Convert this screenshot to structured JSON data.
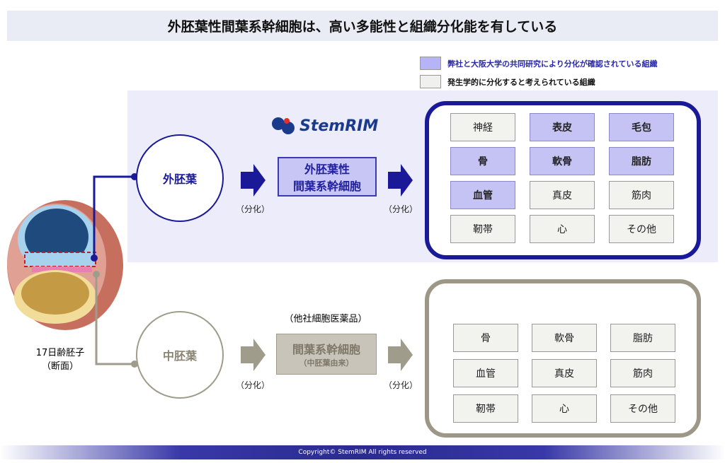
{
  "title": "外胚葉性間葉系幹細胞は、高い多能性と組織分化能を有している",
  "legend": {
    "confirmed": "弊社と大阪大学の共同研究により分化が確認されている組織",
    "developmental": "発生学的に分化すると考えられている組織"
  },
  "colors": {
    "navy": "#1a1a99",
    "purple_fill": "#c5c3f3",
    "gray_border": "#9c9787",
    "gray_fill": "#f2f2ef"
  },
  "embryo_label": [
    "17日齢胚子",
    "（断面）"
  ],
  "upper": {
    "germ_layer": "外胚葉",
    "differentiation": "（分化）",
    "logo": "StemRIM",
    "msc_lines": [
      "外胚葉性",
      "間葉系幹細胞"
    ],
    "tissues": [
      {
        "name": "神経",
        "confirmed": false
      },
      {
        "name": "表皮",
        "confirmed": true
      },
      {
        "name": "毛包",
        "confirmed": true
      },
      {
        "name": "骨",
        "confirmed": true
      },
      {
        "name": "軟骨",
        "confirmed": true
      },
      {
        "name": "脂肪",
        "confirmed": true
      },
      {
        "name": "血管",
        "confirmed": true
      },
      {
        "name": "真皮",
        "confirmed": false
      },
      {
        "name": "筋肉",
        "confirmed": false
      },
      {
        "name": "靭帯",
        "confirmed": false
      },
      {
        "name": "心",
        "confirmed": false
      },
      {
        "name": "その他",
        "confirmed": false
      }
    ]
  },
  "lower": {
    "germ_layer": "中胚葉",
    "differentiation": "（分化）",
    "other_company": "（他社細胞医薬品）",
    "msc_lines": [
      "間葉系幹細胞",
      "（中胚葉由来）"
    ],
    "tissues": [
      "骨",
      "軟骨",
      "脂肪",
      "血管",
      "真皮",
      "筋肉",
      "靭帯",
      "心",
      "その他"
    ]
  },
  "footer": "Copyright© StemRIM All rights reserved"
}
